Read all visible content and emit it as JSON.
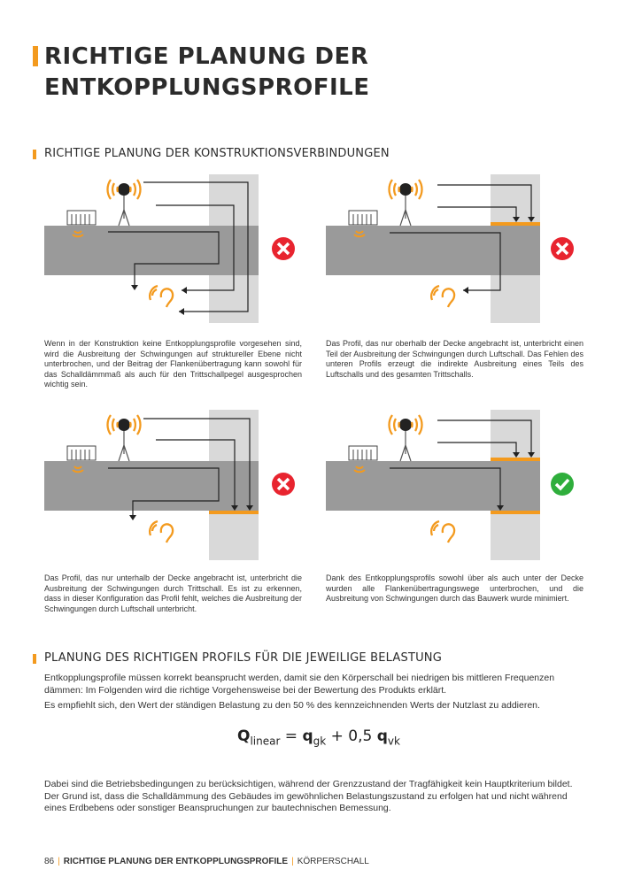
{
  "page": {
    "title_line1": "RICHTIGE PLANUNG DER",
    "title_line2": "ENTKOPPLUNGSPROFILE"
  },
  "section1": {
    "heading": "RICHTIGE PLANUNG DER KONSTRUKTIONSVERBINDUNGEN",
    "panels": [
      {
        "status": "wrong",
        "caption": "Wenn in der Konstruktion keine Entkopplungsprofile vorgesehen sind, wird die Ausbreitung der Schwingungen auf struktureller Ebene nicht unterbrochen, und der Beitrag der Flankenübertragung kann sowohl für das Schalldämmmaß als auch für den Trittschallpegel ausgesprochen wichtig sein."
      },
      {
        "status": "wrong",
        "caption": "Das Profil, das nur oberhalb der Decke angebracht ist, unterbricht einen Teil der Ausbreitung der Schwingungen durch Luftschall. Das Fehlen des unteren Profils erzeugt die indirekte Ausbreitung eines Teils des Luftschalls und des gesamten Trittschalls."
      },
      {
        "status": "wrong",
        "caption": "Das Profil, das nur unterhalb der Decke angebracht ist, unterbricht die Ausbreitung der Schwingungen durch Trittschall. Es ist zu erkennen, dass in dieser Konfiguration das Profil fehlt, welches die Ausbreitung der Schwingungen durch Luftschall unterbricht."
      },
      {
        "status": "correct",
        "caption": "Dank des Entkopplungsprofils sowohl über als auch unter der Decke wurden alle Flankenübertragungswege unterbrochen, und die Ausbreitung von Schwingungen durch das Bauwerk wurde minimiert."
      }
    ]
  },
  "section2": {
    "heading": "PLANUNG DES RICHTIGEN PROFILS FÜR DIE JEWEILIGE BELASTUNG",
    "para1": "Entkopplungsprofile müssen korrekt beansprucht werden, damit sie den Körperschall bei niedrigen bis mittleren Frequenzen dämmen: Im Folgenden wird die richtige Vorgehensweise bei der Bewertung des Produkts erklärt.",
    "para2": "Es empfiehlt sich, den Wert der ständigen Belastung zu den 50 % des kennzeichnenden Werts der Nutzlast zu addieren.",
    "formula": {
      "q": "Q",
      "q_sub": "linear",
      "eq": " = ",
      "g": "q",
      "g_sub": "gk",
      "plus": " + 0,5 ",
      "v": "q",
      "v_sub": "vk"
    },
    "para3": "Dabei sind die Betriebsbedingungen zu berücksichtigen, während der Grenzzustand der Tragfähigkeit kein Hauptkriterium bildet. Der Grund ist, dass die Schalldämmung des Gebäudes im gewöhnlichen Belastungszustand zu erfolgen hat und nicht während eines Erdbebens oder sonstiger Beanspruchungen zur bautechnischen Bemessung."
  },
  "footer": {
    "page_number": "86",
    "section": "RICHTIGE PLANUNG DER ENTKOPPLUNGSPROFILE",
    "chapter": "KÖRPERSCHALL"
  },
  "colors": {
    "accent": "#f39a1e",
    "wrong": "#e8242f",
    "correct": "#2fae3c",
    "slab": "#9a9a9a",
    "wall": "#d9d9d9"
  }
}
